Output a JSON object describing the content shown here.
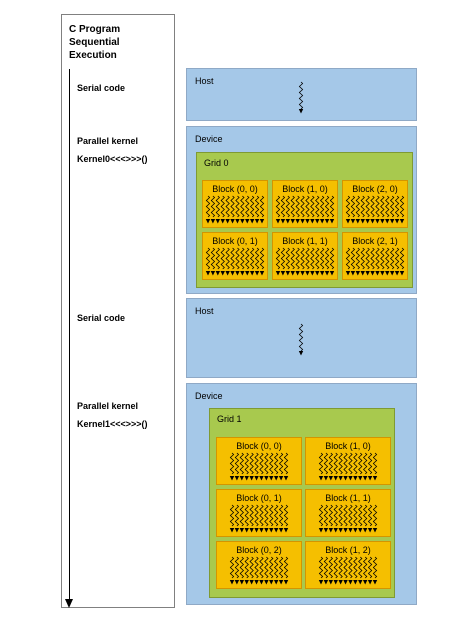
{
  "program": {
    "title": "C Program\nSequential\nExecution",
    "steps": [
      "Serial code",
      "Parallel kernel",
      "Kernel0<<<>>>()",
      "Serial code",
      "Parallel kernel",
      "Kernel1<<<>>>()"
    ]
  },
  "sections": [
    {
      "label": "Host",
      "kind": "host"
    },
    {
      "label": "Device",
      "kind": "device",
      "grid": {
        "label": "Grid 0",
        "columns": 3,
        "blocks": [
          "Block (0, 0)",
          "Block (1, 0)",
          "Block (2, 0)",
          "Block (0, 1)",
          "Block (1, 1)",
          "Block (2, 1)"
        ]
      }
    },
    {
      "label": "Host",
      "kind": "host"
    },
    {
      "label": "Device",
      "kind": "device",
      "grid": {
        "label": "Grid 1",
        "columns": 2,
        "blocks": [
          "Block (0, 0)",
          "Block (1, 0)",
          "Block (0, 1)",
          "Block (1, 1)",
          "Block (0, 2)",
          "Block (1, 2)"
        ]
      }
    }
  ],
  "colors": {
    "host_bg": "#a5c8e8",
    "grid_bg": "#a8c94e",
    "block_bg": "#f5bf00"
  }
}
